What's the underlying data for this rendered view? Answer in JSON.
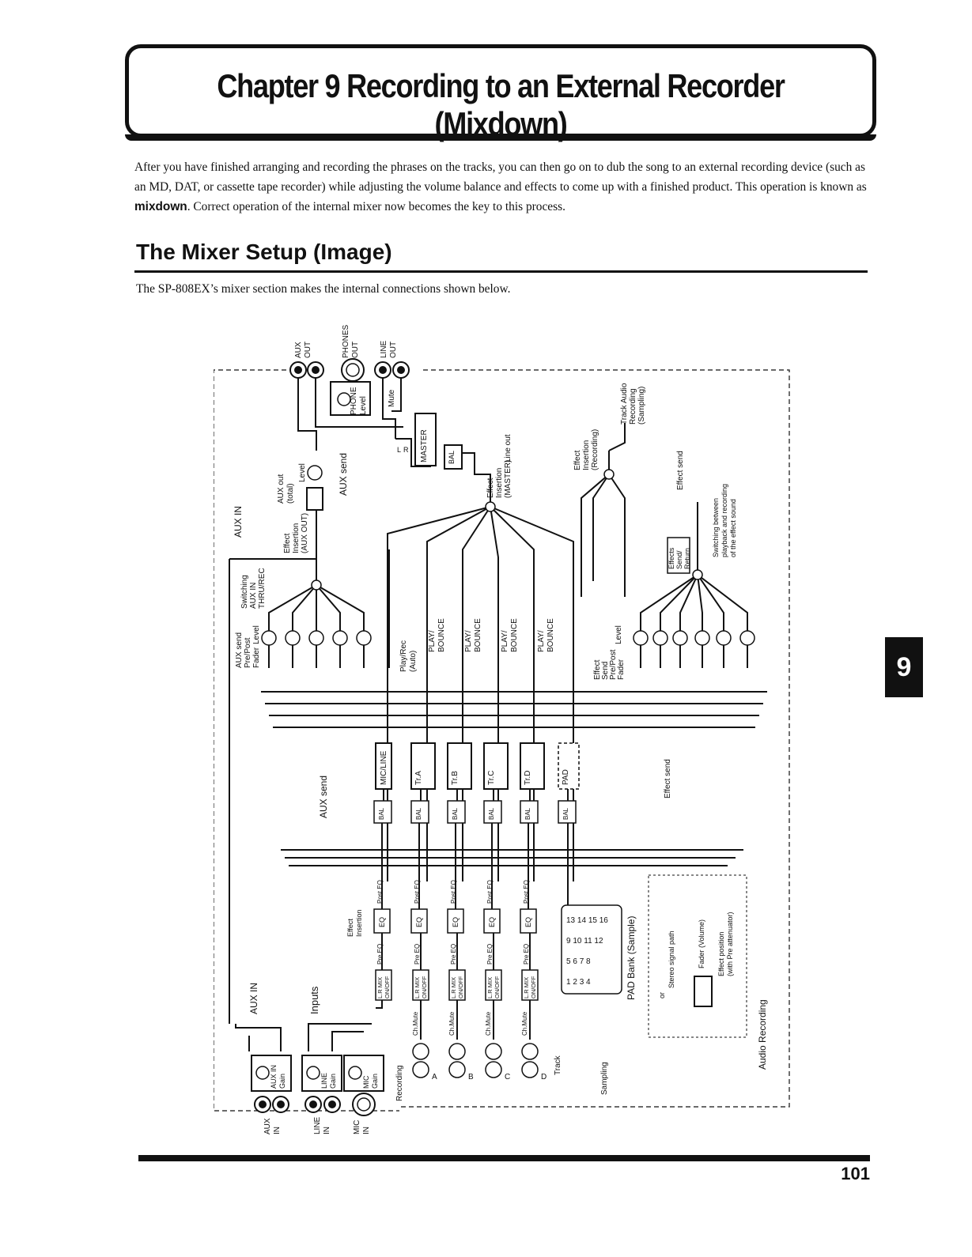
{
  "chapter": {
    "title": "Chapter 9 Recording to an External Recorder (Mixdown)"
  },
  "intro": {
    "before": "After you have finished arranging and recording the phrases on the tracks, you can then go on to dub the song to an external recording device (such as an MD, DAT, or cassette tape recorder) while adjusting the volume balance and effects to come up with a finished product. This operation is known as ",
    "term": "mixdown",
    "after": ". Correct operation of the internal mixer now becomes the key to this process."
  },
  "section": {
    "title": "The Mixer Setup (Image)",
    "description": "The SP-808EX’s mixer section makes the internal connections shown below."
  },
  "diagram": {
    "outputs": {
      "aux_out": [
        "AUX",
        "OUT"
      ],
      "phones_out": [
        "PHONES",
        "OUT"
      ],
      "line_out": [
        "LINE",
        "OUT"
      ]
    },
    "inputs_jacks": {
      "aux_in": [
        "AUX",
        "IN"
      ],
      "line_in": [
        "LINE",
        "IN"
      ],
      "mic_in": [
        "MIC",
        "IN"
      ]
    },
    "phone_level": [
      "PHONE",
      "Level"
    ],
    "mute": "Mute",
    "master": "MASTER",
    "bal": "BAL",
    "lr": "L  R",
    "l": "L",
    "r": "R",
    "line_out_label": "Line out",
    "effect_insertion_master": [
      "Effect",
      "Insertion",
      "(MASTER)"
    ],
    "effect_insertion_aux_out": [
      "Effect",
      "Insertion",
      "(AUX OUT)"
    ],
    "effect_insertion_recording": [
      "Effect",
      "Insertion",
      "(Recording)"
    ],
    "track_audio_recording": [
      "Track Audio",
      "Recording",
      "(Sampling)"
    ],
    "aux_out_total": [
      "AUX out",
      "(total)"
    ],
    "level": "Level",
    "aux_send": "AUX send",
    "aux_in": "AUX IN",
    "switching_aux_in": [
      "Switching",
      "AUX IN",
      "THRU/REC"
    ],
    "aux_send_prepost": [
      "AUX send",
      "Pre/Post",
      "Fader"
    ],
    "effect_send_prepost": [
      "Effect",
      "Send",
      "Pre/Post",
      "Fader"
    ],
    "effect_send": "Effect send",
    "switching_playback": [
      "Switching between",
      "playback and recording",
      "of the effect sound"
    ],
    "effects_send_return": [
      "Effects",
      "Send/",
      "Return"
    ],
    "play_rec_auto": [
      "Play/Rec",
      "(Auto)"
    ],
    "play_bounce": [
      "PLAY/",
      "BOUNCE"
    ],
    "channels": [
      "MIC/LINE",
      "Tr.A",
      "Tr.B",
      "Tr.C",
      "Tr.D",
      "PAD"
    ],
    "post_eq": "Post EQ",
    "pre_eq": "Pre EQ",
    "eq": "EQ",
    "effect_insertion": [
      "Effect",
      "Insertion"
    ],
    "lr_mix": [
      "L.R MIX",
      "ON/OFF"
    ],
    "ch_mute": "Ch.Mute",
    "track_letters": [
      "A",
      "B",
      "C",
      "D"
    ],
    "track": "Track",
    "recording": "Recording",
    "sampling": "Sampling",
    "pad_bank": "PAD Bank (Sample)",
    "pad_rows": [
      [
        "13",
        "14",
        "15",
        "16"
      ],
      [
        "9",
        "10",
        "11",
        "12"
      ],
      [
        "5",
        "6",
        "7",
        "8"
      ],
      [
        "1",
        "2",
        "3",
        "4"
      ]
    ],
    "inputs": "Inputs",
    "aux_in_gain": [
      "AUX IN",
      "Gain"
    ],
    "line_gain": [
      "LINE",
      "Gain"
    ],
    "mic_gain": [
      "MIC",
      "Gain"
    ],
    "legend": {
      "or": "or",
      "signal_path": "Stereo signal path",
      "fader": "Fader (Volume)",
      "effect_position": [
        "Effect position",
        "(with Pre attenuator)"
      ]
    },
    "audio_recording": "Audio Recording"
  },
  "tab": {
    "number": "9"
  },
  "footer": {
    "page_number": "101"
  }
}
